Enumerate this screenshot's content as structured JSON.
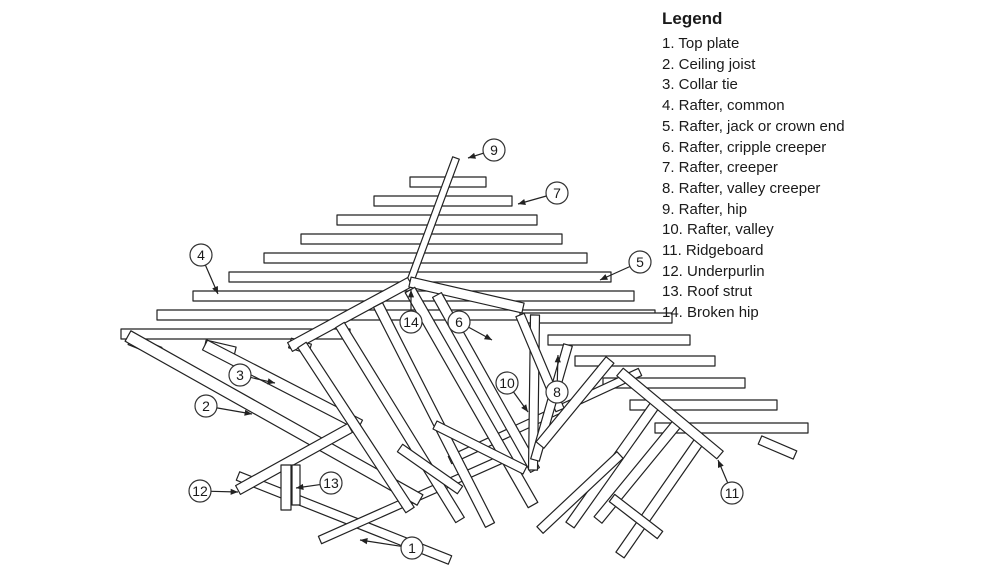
{
  "legend": {
    "title": "Legend",
    "items": [
      "1. Top plate",
      "2. Ceiling joist",
      "3. Collar tie",
      "4. Rafter, common",
      "5. Rafter, jack or crown end",
      "6. Rafter, cripple creeper",
      "7. Rafter, creeper",
      "8. Rafter, valley creeper",
      "9. Rafter, hip",
      "10. Rafter, valley",
      "11. Ridgeboard",
      "12. Underpurlin",
      "13. Roof strut",
      "14. Broken hip"
    ]
  },
  "callouts": [
    "1",
    "2",
    "3",
    "4",
    "5",
    "6",
    "7",
    "8",
    "9",
    "10",
    "11",
    "12",
    "13",
    "14"
  ],
  "colors": {
    "timber_fill": "#ffffff",
    "timber_stroke": "#222222",
    "text": "#1a1a1a"
  }
}
